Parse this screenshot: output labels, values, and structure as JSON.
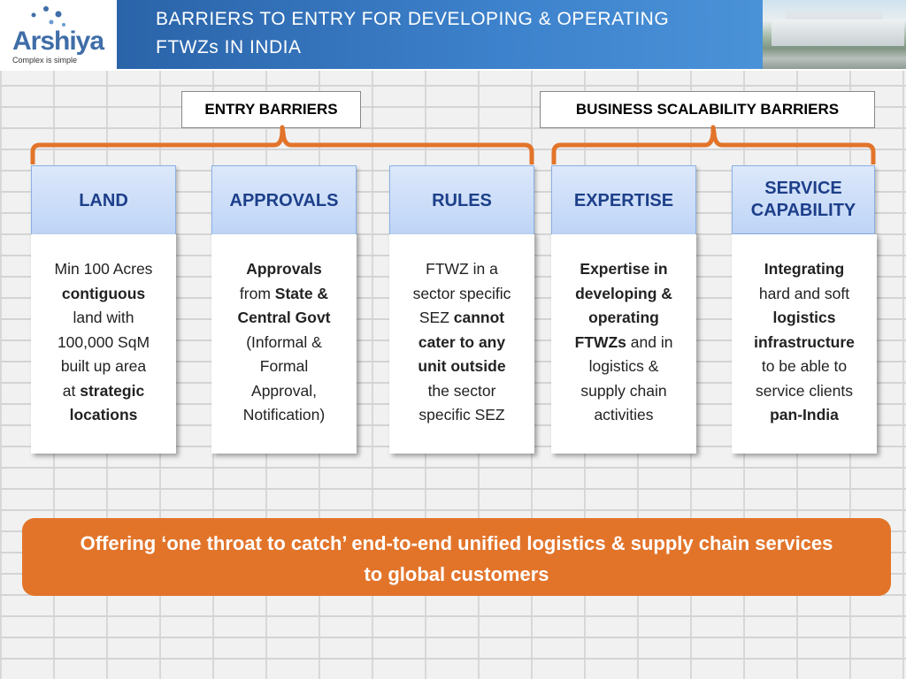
{
  "header": {
    "logo_text": "Arshiya",
    "logo_tagline": "Complex is simple",
    "title_line1": "BARRIERS TO ENTRY FOR DEVELOPING & OPERATING",
    "title_line2": "FTWZs IN INDIA"
  },
  "groups": {
    "entry_label": "ENTRY BARRIERS",
    "scalability_label": "BUSINESS SCALABILITY BARRIERS"
  },
  "categories": [
    {
      "title": "LAND",
      "lines": [
        [
          {
            "t": "Min 100 Acres",
            "b": false
          }
        ],
        [
          {
            "t": "contiguous",
            "b": true
          }
        ],
        [
          {
            "t": "land with",
            "b": false
          }
        ],
        [
          {
            "t": "100,000 SqM",
            "b": false
          }
        ],
        [
          {
            "t": "built up area",
            "b": false
          }
        ],
        [
          {
            "t": "at ",
            "b": false
          },
          {
            "t": "strategic",
            "b": true
          }
        ],
        [
          {
            "t": "locations",
            "b": true
          }
        ]
      ]
    },
    {
      "title": "APPROVALS",
      "lines": [
        [
          {
            "t": "Approvals",
            "b": true
          }
        ],
        [
          {
            "t": "from ",
            "b": false
          },
          {
            "t": "State &",
            "b": true
          }
        ],
        [
          {
            "t": "Central Govt",
            "b": true
          }
        ],
        [
          {
            "t": "(Informal &",
            "b": false
          }
        ],
        [
          {
            "t": "Formal",
            "b": false
          }
        ],
        [
          {
            "t": "Approval,",
            "b": false
          }
        ],
        [
          {
            "t": "Notification)",
            "b": false
          }
        ]
      ]
    },
    {
      "title": "RULES",
      "lines": [
        [
          {
            "t": "FTWZ in a",
            "b": false
          }
        ],
        [
          {
            "t": "sector specific",
            "b": false
          }
        ],
        [
          {
            "t": "SEZ ",
            "b": false
          },
          {
            "t": "cannot",
            "b": true
          }
        ],
        [
          {
            "t": "cater to any",
            "b": true
          }
        ],
        [
          {
            "t": "unit outside",
            "b": true
          }
        ],
        [
          {
            "t": "the sector",
            "b": false
          }
        ],
        [
          {
            "t": "specific SEZ",
            "b": false
          }
        ]
      ]
    },
    {
      "title": "EXPERTISE",
      "lines": [
        [
          {
            "t": "Expertise in",
            "b": true
          }
        ],
        [
          {
            "t": "developing &",
            "b": true
          }
        ],
        [
          {
            "t": "operating",
            "b": true
          }
        ],
        [
          {
            "t": "FTWZs",
            "b": true
          },
          {
            "t": " and in",
            "b": false
          }
        ],
        [
          {
            "t": "logistics &",
            "b": false
          }
        ],
        [
          {
            "t": "supply chain",
            "b": false
          }
        ],
        [
          {
            "t": "activities",
            "b": false
          }
        ]
      ]
    },
    {
      "title": "SERVICE CAPABILITY",
      "lines": [
        [
          {
            "t": "Integrating",
            "b": true
          }
        ],
        [
          {
            "t": "hard and soft",
            "b": false
          }
        ],
        [
          {
            "t": "logistics",
            "b": true
          }
        ],
        [
          {
            "t": "infrastructure",
            "b": true
          }
        ],
        [
          {
            "t": "to be able to",
            "b": false
          }
        ],
        [
          {
            "t": "service clients",
            "b": false
          }
        ],
        [
          {
            "t": "pan-India",
            "b": true
          }
        ]
      ]
    }
  ],
  "footer": {
    "line1": "Offering ‘one throat to catch’ end-to-end unified logistics & supply chain services",
    "line2": "to global customers"
  },
  "colors": {
    "orange": "#e2742a",
    "title_blue": "#2a63a8",
    "header_text": "#1d3f8a"
  }
}
